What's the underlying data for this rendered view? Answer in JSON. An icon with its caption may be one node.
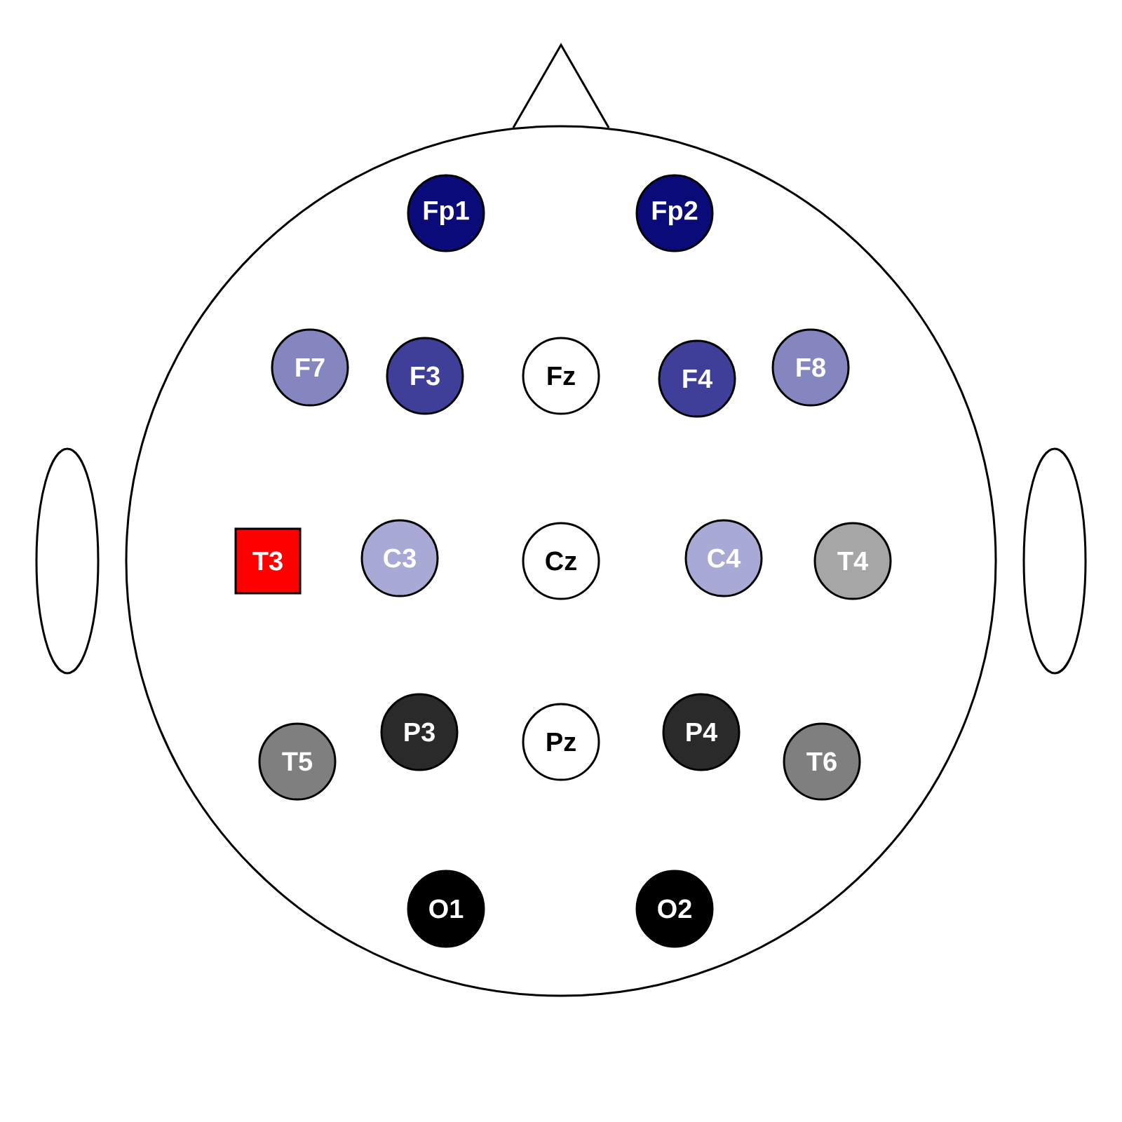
{
  "diagram": {
    "nodes": [
      {
        "text": [
          "Fp1"
        ]
      },
      {
        "text": [
          "Fp2"
        ]
      },
      {
        "text": [
          "F7"
        ]
      },
      {
        "text": [
          "F3"
        ]
      },
      {
        "text": [
          "Fz"
        ]
      },
      {
        "text": [
          "F4"
        ]
      },
      {
        "text": [
          "F8"
        ]
      },
      {
        "text": [
          "T3"
        ]
      },
      {
        "text": [
          "C3"
        ]
      },
      {
        "text": [
          "Cz"
        ]
      },
      {
        "text": [
          "C4"
        ]
      },
      {
        "text": [
          "T4"
        ]
      },
      {
        "text": [
          "T5"
        ]
      },
      {
        "text": [
          "P3"
        ]
      },
      {
        "text": [
          "Pz"
        ]
      },
      {
        "text": [
          "P4"
        ]
      },
      {
        "text": [
          "T6"
        ]
      },
      {
        "text": [
          "O1"
        ]
      },
      {
        "text": [
          "O2"
        ]
      }
    ]
  }
}
